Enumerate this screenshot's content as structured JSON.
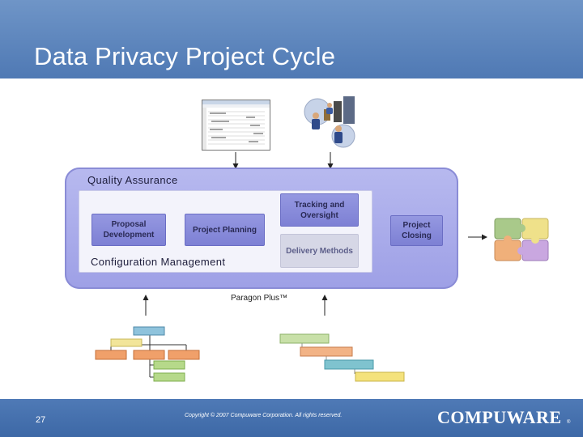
{
  "title": "Data Privacy Project Cycle",
  "diagram": {
    "quality_assurance": "Quality Assurance",
    "configuration_management": "Configuration Management",
    "boxes": {
      "proposal": "Proposal Development",
      "planning": "Project Planning",
      "tracking": "Tracking and Oversight",
      "delivery": "Delivery Methods",
      "closing": "Project Closing"
    },
    "caption": "Paragon Plus™"
  },
  "footer": {
    "page_number": "27",
    "copyright": "Copyright © 2007 Compuware Corporation.  All rights reserved.",
    "logo": "COMPUWARE",
    "logo_mark": "®"
  },
  "colors": {
    "header": "#5a82bb",
    "panel": "#a8aaea",
    "box_dark": "#8b8ed9",
    "box_light": "#d6d7e6"
  }
}
